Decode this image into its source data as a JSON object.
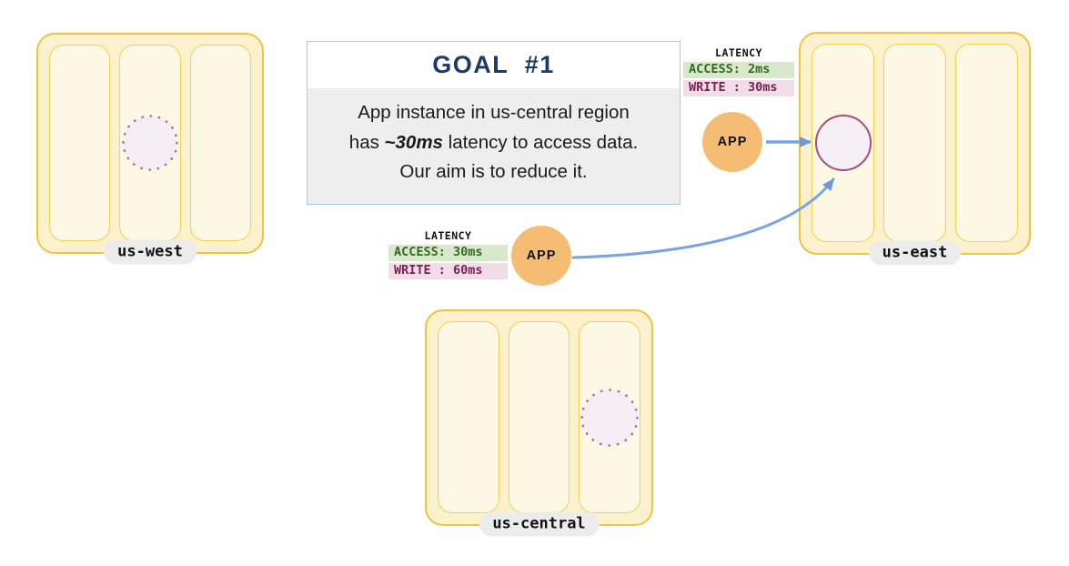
{
  "goal": {
    "title": "GOAL  #1",
    "line1": "App instance in us-central region",
    "line2_pre": "has ",
    "line2_emphasis": "~30ms",
    "line2_post": " latency to access data.",
    "line3": "Our aim is to reduce it."
  },
  "regions": {
    "us_west": {
      "label": "us-west"
    },
    "us_east": {
      "label": "us-east"
    },
    "us_central": {
      "label": "us-central"
    }
  },
  "apps": {
    "east": {
      "label": "APP"
    },
    "central": {
      "label": "APP"
    }
  },
  "latency_east": {
    "title": "LATENCY",
    "access": "ACCESS: 2ms",
    "write": "WRITE : 30ms"
  },
  "latency_central": {
    "title": "LATENCY",
    "access": "ACCESS: 30ms",
    "write": "WRITE : 60ms"
  },
  "icons": {
    "dotted_circle": "dotted-placeholder-circle",
    "solid_circle": "database-circle",
    "arrow": "blue-arrow"
  },
  "colors": {
    "region_fill": "#fbf1cd",
    "region_border": "#efc53f",
    "zone_fill": "#fdf8e3",
    "zone_border": "#f3cf55",
    "label_pill_bg": "#ececec",
    "goal_border": "#a9c7e8",
    "goal_title_text": "#1e3a66",
    "goal_body_bg": "#eeeeee",
    "access_row_bg": "#d9e8cd",
    "access_row_text": "#2f6b1d",
    "write_row_bg": "#f0dde8",
    "write_row_text": "#7b2150",
    "app_fill": "#f5bd73",
    "arrow_blue": "#7aa3e2",
    "db_circle_border": "#a64d79",
    "db_circle_fill": "#f6eff6",
    "dotted_circle_stroke": "#b2679a",
    "dotted_circle_fill": "#f4edf4"
  }
}
